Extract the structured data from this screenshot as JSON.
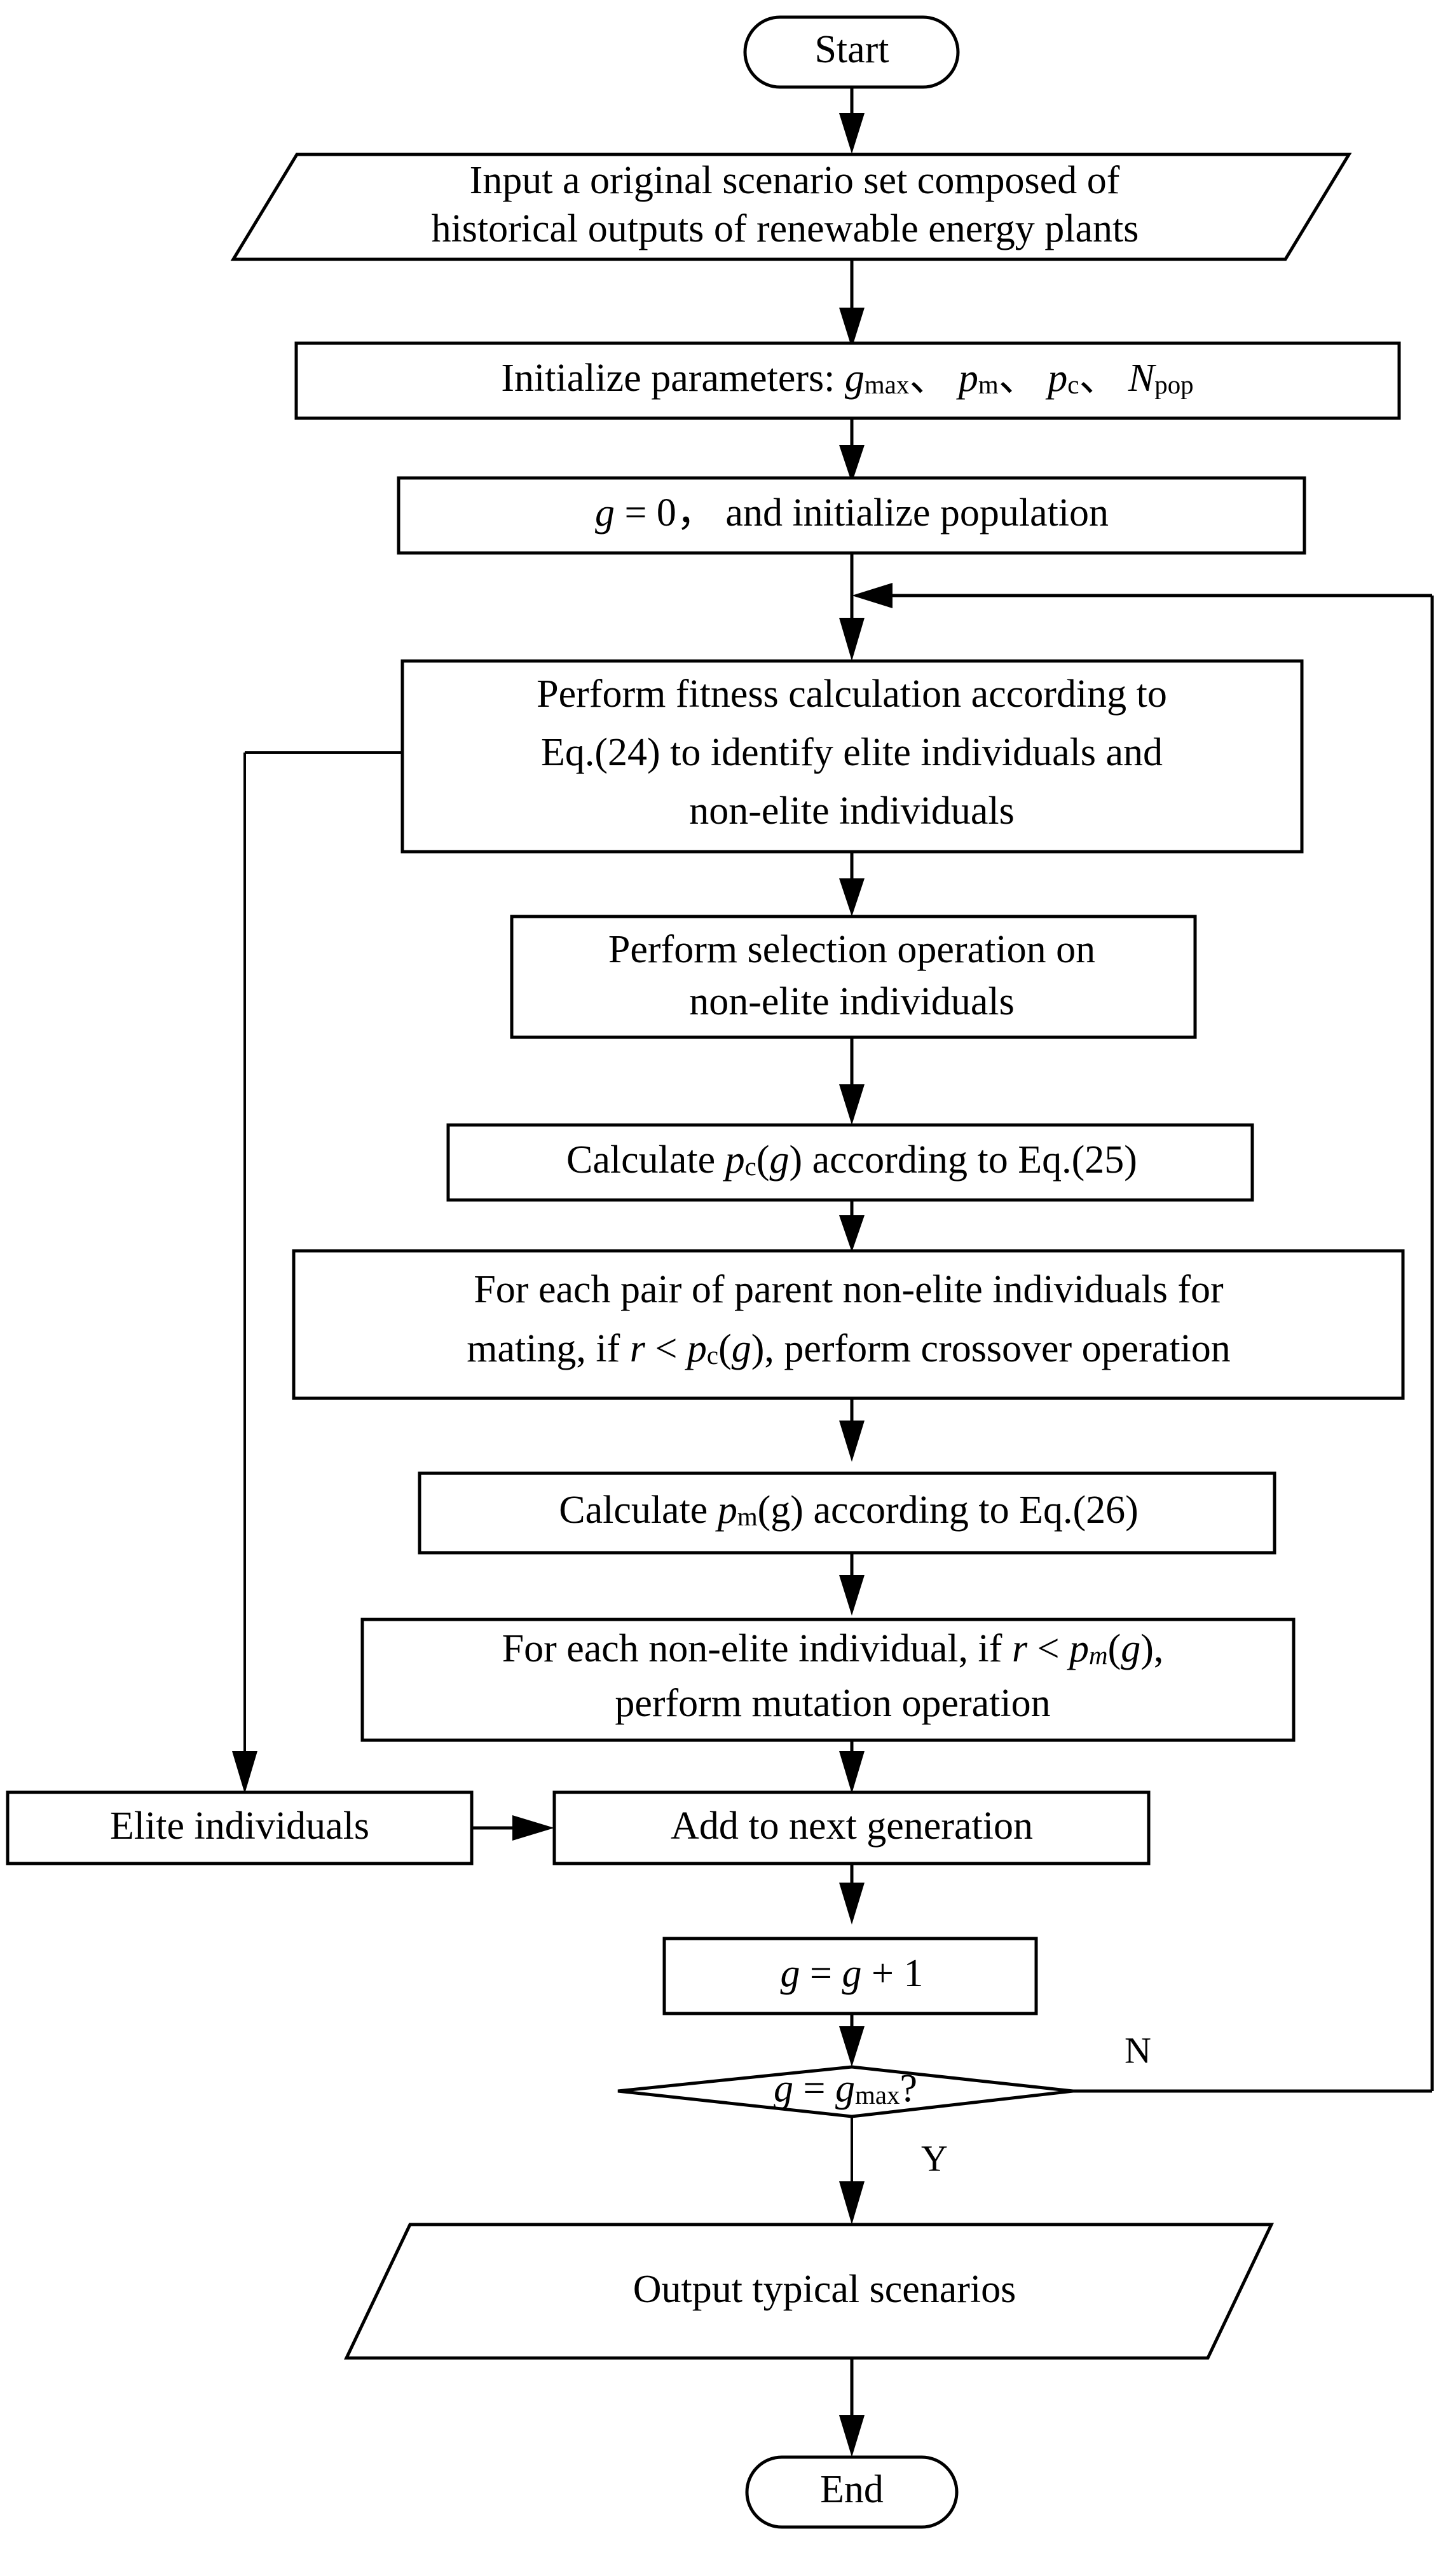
{
  "diagram": {
    "title": "Genetic algorithm flowchart for typical scenario generation",
    "orientation": "top-to-bottom",
    "line_color": "#000000",
    "fill_color": "#ffffff"
  },
  "nodes": {
    "start": {
      "shape": "terminator",
      "label": "Start"
    },
    "input_scenarios": {
      "shape": "parallelogram",
      "line1": "Input a original scenario set composed of",
      "line2": "historical outputs of renewable energy plants"
    },
    "init_params": {
      "shape": "process",
      "prefix": "Initialize parameters: ",
      "params": [
        {
          "base": "g",
          "sub": "max"
        },
        {
          "base": "p",
          "sub": "m"
        },
        {
          "base": "p",
          "sub": "c"
        },
        {
          "base": "N",
          "sub": "pop"
        }
      ],
      "separator": "、",
      "plain": "Initialize parameters: gmax、pm、pc、Npop"
    },
    "init_population": {
      "shape": "process",
      "var": "g",
      "assign": " = 0，",
      "rest": "  and initialize population",
      "plain": "g = 0， and initialize population"
    },
    "fitness": {
      "shape": "process",
      "line1": "Perform fitness calculation according to",
      "line2": "Eq.(24) to identify elite individuals and",
      "line3": "non-elite individuals"
    },
    "selection": {
      "shape": "process",
      "line1": "Perform selection operation on",
      "line2": "non-elite individuals"
    },
    "calc_pc": {
      "shape": "process",
      "pre": "Calculate ",
      "var_base": "p",
      "var_sub": "c",
      "mid": "(",
      "arg": "g",
      "post": ") according to Eq.(25)",
      "plain": "Calculate pc(g) according to Eq.(25)"
    },
    "crossover": {
      "shape": "process",
      "line1": "For each pair of parent non-elite individuals for",
      "line2_pre": "mating, if ",
      "line2_r": "r",
      "line2_lt": " < ",
      "line2_var_base": "p",
      "line2_var_sub": "c",
      "line2_arg_open": "(",
      "line2_arg": "g",
      "line2_post": "), perform crossover operation",
      "line2_plain": "mating, if r < pc(g), perform crossover operation"
    },
    "calc_pm": {
      "shape": "process",
      "pre": "Calculate ",
      "var_base": "p",
      "var_sub": "m",
      "post": "(g) according to Eq.(26)",
      "plain": "Calculate pm(g) according to Eq.(26)"
    },
    "mutation": {
      "shape": "process",
      "line1_pre": "For each non-elite individual, if ",
      "line1_r": "r",
      "line1_lt": " < ",
      "line1_var_base": "p",
      "line1_var_sub": "m",
      "line1_arg_open": "(",
      "line1_arg": "g",
      "line1_post": "),",
      "line1_plain": "For each non-elite individual, if r < pm(g),",
      "line2": "perform mutation operation"
    },
    "elite": {
      "shape": "process",
      "label": "Elite individuals"
    },
    "next_generation": {
      "shape": "process",
      "label": "Add to next generation"
    },
    "increment": {
      "shape": "process",
      "var": "g",
      "expr": " = ",
      "var2": "g",
      "expr2": " + 1",
      "plain": "g = g + 1"
    },
    "decision": {
      "shape": "diamond",
      "var": "g",
      "eq": " = ",
      "var2_base": "g",
      "var2_sub": "max",
      "q": "?",
      "plain": "g = gmax?"
    },
    "output_scenarios": {
      "shape": "parallelogram",
      "label": "Output typical scenarios"
    },
    "end": {
      "shape": "terminator",
      "label": "End"
    }
  },
  "branch_labels": {
    "no": "N",
    "yes": "Y"
  },
  "edges": [
    {
      "from": "start",
      "to": "input_scenarios",
      "label": ""
    },
    {
      "from": "input_scenarios",
      "to": "init_params",
      "label": ""
    },
    {
      "from": "init_params",
      "to": "init_population",
      "label": ""
    },
    {
      "from": "init_population",
      "to": "fitness",
      "label": ""
    },
    {
      "from": "fitness",
      "to": "selection",
      "label": ""
    },
    {
      "from": "selection",
      "to": "calc_pc",
      "label": ""
    },
    {
      "from": "calc_pc",
      "to": "crossover",
      "label": ""
    },
    {
      "from": "crossover",
      "to": "calc_pm",
      "label": ""
    },
    {
      "from": "calc_pm",
      "to": "mutation",
      "label": ""
    },
    {
      "from": "mutation",
      "to": "next_generation",
      "label": ""
    },
    {
      "from": "fitness",
      "to": "elite",
      "label": ""
    },
    {
      "from": "elite",
      "to": "next_generation",
      "label": ""
    },
    {
      "from": "next_generation",
      "to": "increment",
      "label": ""
    },
    {
      "from": "increment",
      "to": "decision",
      "label": ""
    },
    {
      "from": "decision",
      "to": "fitness",
      "label": "N"
    },
    {
      "from": "decision",
      "to": "output_scenarios",
      "label": "Y"
    },
    {
      "from": "output_scenarios",
      "to": "end",
      "label": ""
    }
  ]
}
